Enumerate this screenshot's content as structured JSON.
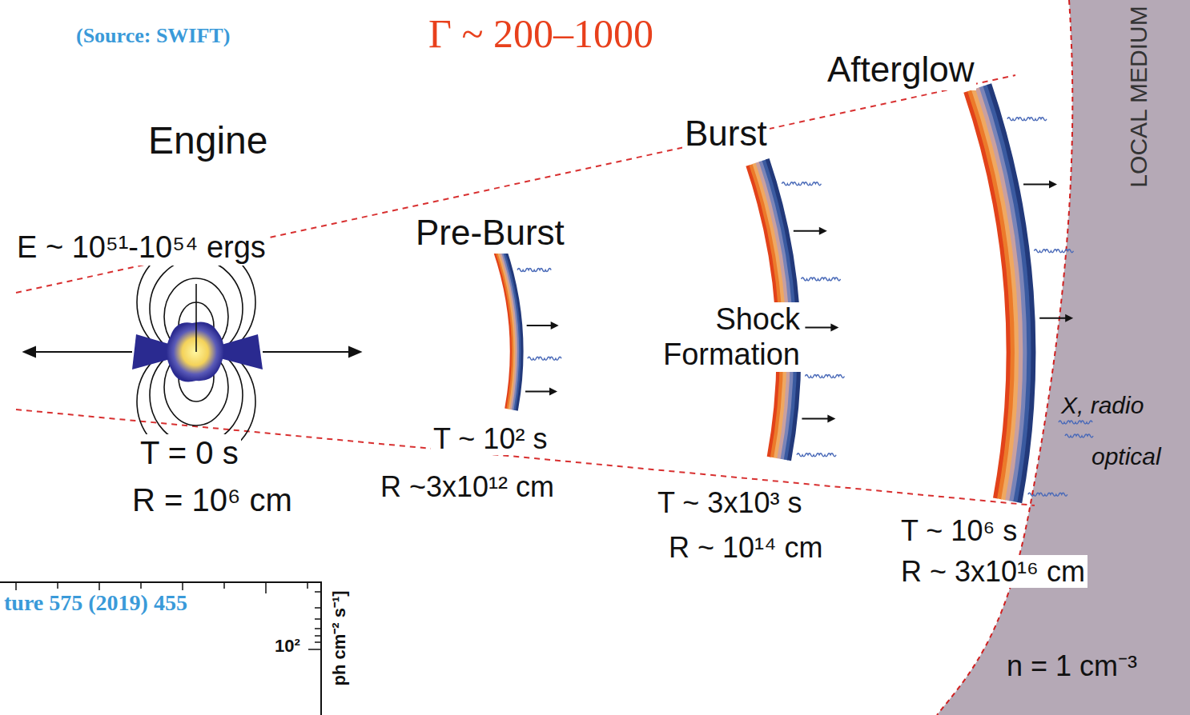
{
  "diagram": {
    "labels": [
      "(Source: SWIFT)",
      "Γ ~ 200–1000",
      "Afterglow",
      "LOCAL MEDIUM",
      "Engine",
      "Burst",
      "Pre-Burst",
      "E ~ 10⁵¹-10⁵⁴ ergs",
      "Shock Formation",
      "T = 0 s",
      "R = 10⁶ cm",
      "T ~ 10² s",
      "R ~3x10¹² cm",
      "T ~ 3x10³ s",
      "R ~ 10¹⁴ cm",
      "T ~ 10⁶ s",
      "R ~ 3x10¹⁶ cm",
      "X, radio",
      "optical",
      "n = 1 cm⁻³",
      "ture 575 (2019) 455",
      "10²",
      "ph cm⁻² s⁻¹]"
    ]
  }
}
